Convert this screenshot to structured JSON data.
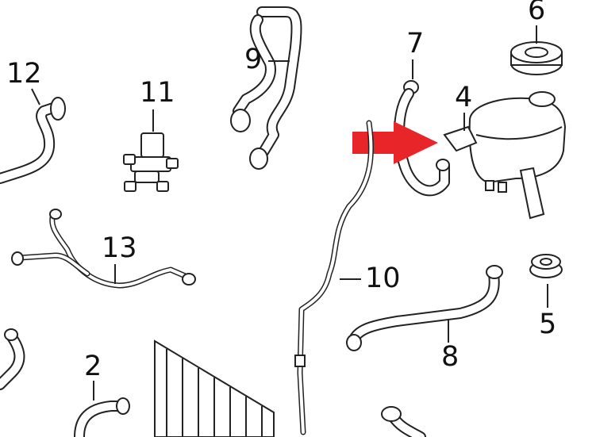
{
  "diagram": {
    "callouts": [
      {
        "id": "12",
        "label": "12"
      },
      {
        "id": "11",
        "label": "11"
      },
      {
        "id": "9",
        "label": "9"
      },
      {
        "id": "7",
        "label": "7"
      },
      {
        "id": "6",
        "label": "6"
      },
      {
        "id": "4",
        "label": "4"
      },
      {
        "id": "13",
        "label": "13"
      },
      {
        "id": "10",
        "label": "10"
      },
      {
        "id": "5",
        "label": "5"
      },
      {
        "id": "8",
        "label": "8"
      },
      {
        "id": "2",
        "label": "2"
      }
    ],
    "highlight_arrow_color": "#e8262a",
    "highlight_target": "4"
  }
}
